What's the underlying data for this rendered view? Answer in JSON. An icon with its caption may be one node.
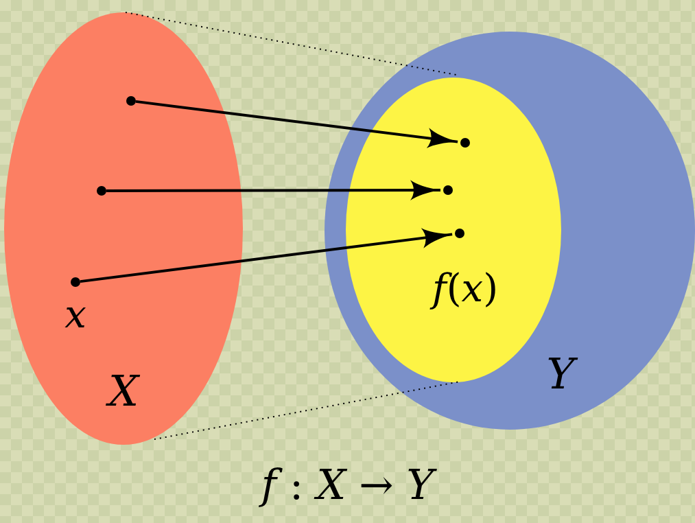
{
  "diagram": {
    "caption": "*f* : *X* → *Y*",
    "nodes": [
      {
        "text": [
          "X"
        ]
      },
      {
        "text": [],
        "shape": "circle",
        "in": 0
      },
      {
        "text": [],
        "shape": "circle",
        "in": 0
      },
      {
        "text": [],
        "shape": "circle",
        "in": 0,
        "beside": [
          "x"
        ]
      },
      {
        "text": [
          "Y"
        ]
      },
      {
        "text": [],
        "shape": "ellipse",
        "in": 4
      },
      {
        "text": [],
        "shape": "circle",
        "in": 5
      },
      {
        "text": [],
        "shape": "circle",
        "in": 5
      },
      {
        "text": [],
        "shape": "circle",
        "in": 5,
        "beside": [
          "*f*(*x*)"
        ]
      }
    ],
    "edges": [
      {
        "from": 1,
        "to": 6,
        "arrow": "to"
      },
      {
        "from": 2,
        "to": 7,
        "arrow": "to"
      },
      {
        "from": 3,
        "to": 8,
        "arrow": "to"
      },
      {
        "from": 0,
        "to": 5,
        "arrow": "none",
        "style": "dashed"
      },
      {
        "from": 0,
        "to": 5,
        "arrow": "none",
        "style": "dashed"
      }
    ]
  }
}
